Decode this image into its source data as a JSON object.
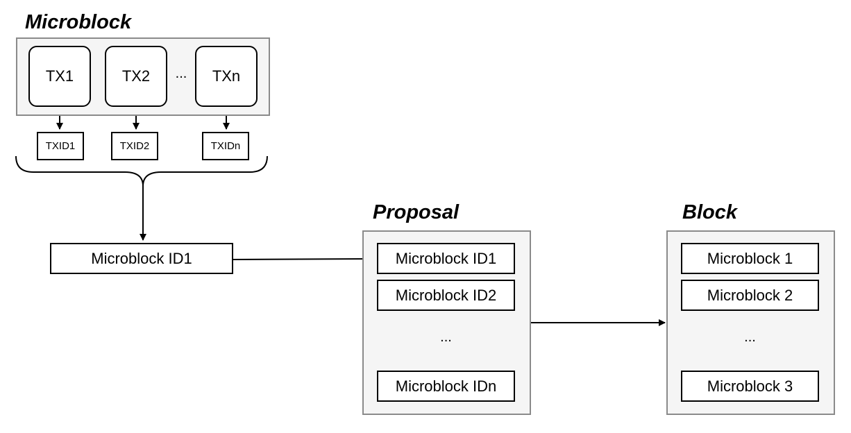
{
  "microblock": {
    "title": "Microblock",
    "transactions": [
      "TX1",
      "TX2",
      "TXn"
    ],
    "ellipsis": "...",
    "tx_ids": [
      "TXID1",
      "TXID2",
      "TXIDn"
    ],
    "result": "Microblock ID1"
  },
  "proposal": {
    "title": "Proposal",
    "items": [
      "Microblock ID1",
      "Microblock ID2",
      "Microblock IDn"
    ],
    "ellipsis": "..."
  },
  "block": {
    "title": "Block",
    "items": [
      "Microblock 1",
      "Microblock 2",
      "Microblock 3"
    ],
    "ellipsis": "..."
  }
}
